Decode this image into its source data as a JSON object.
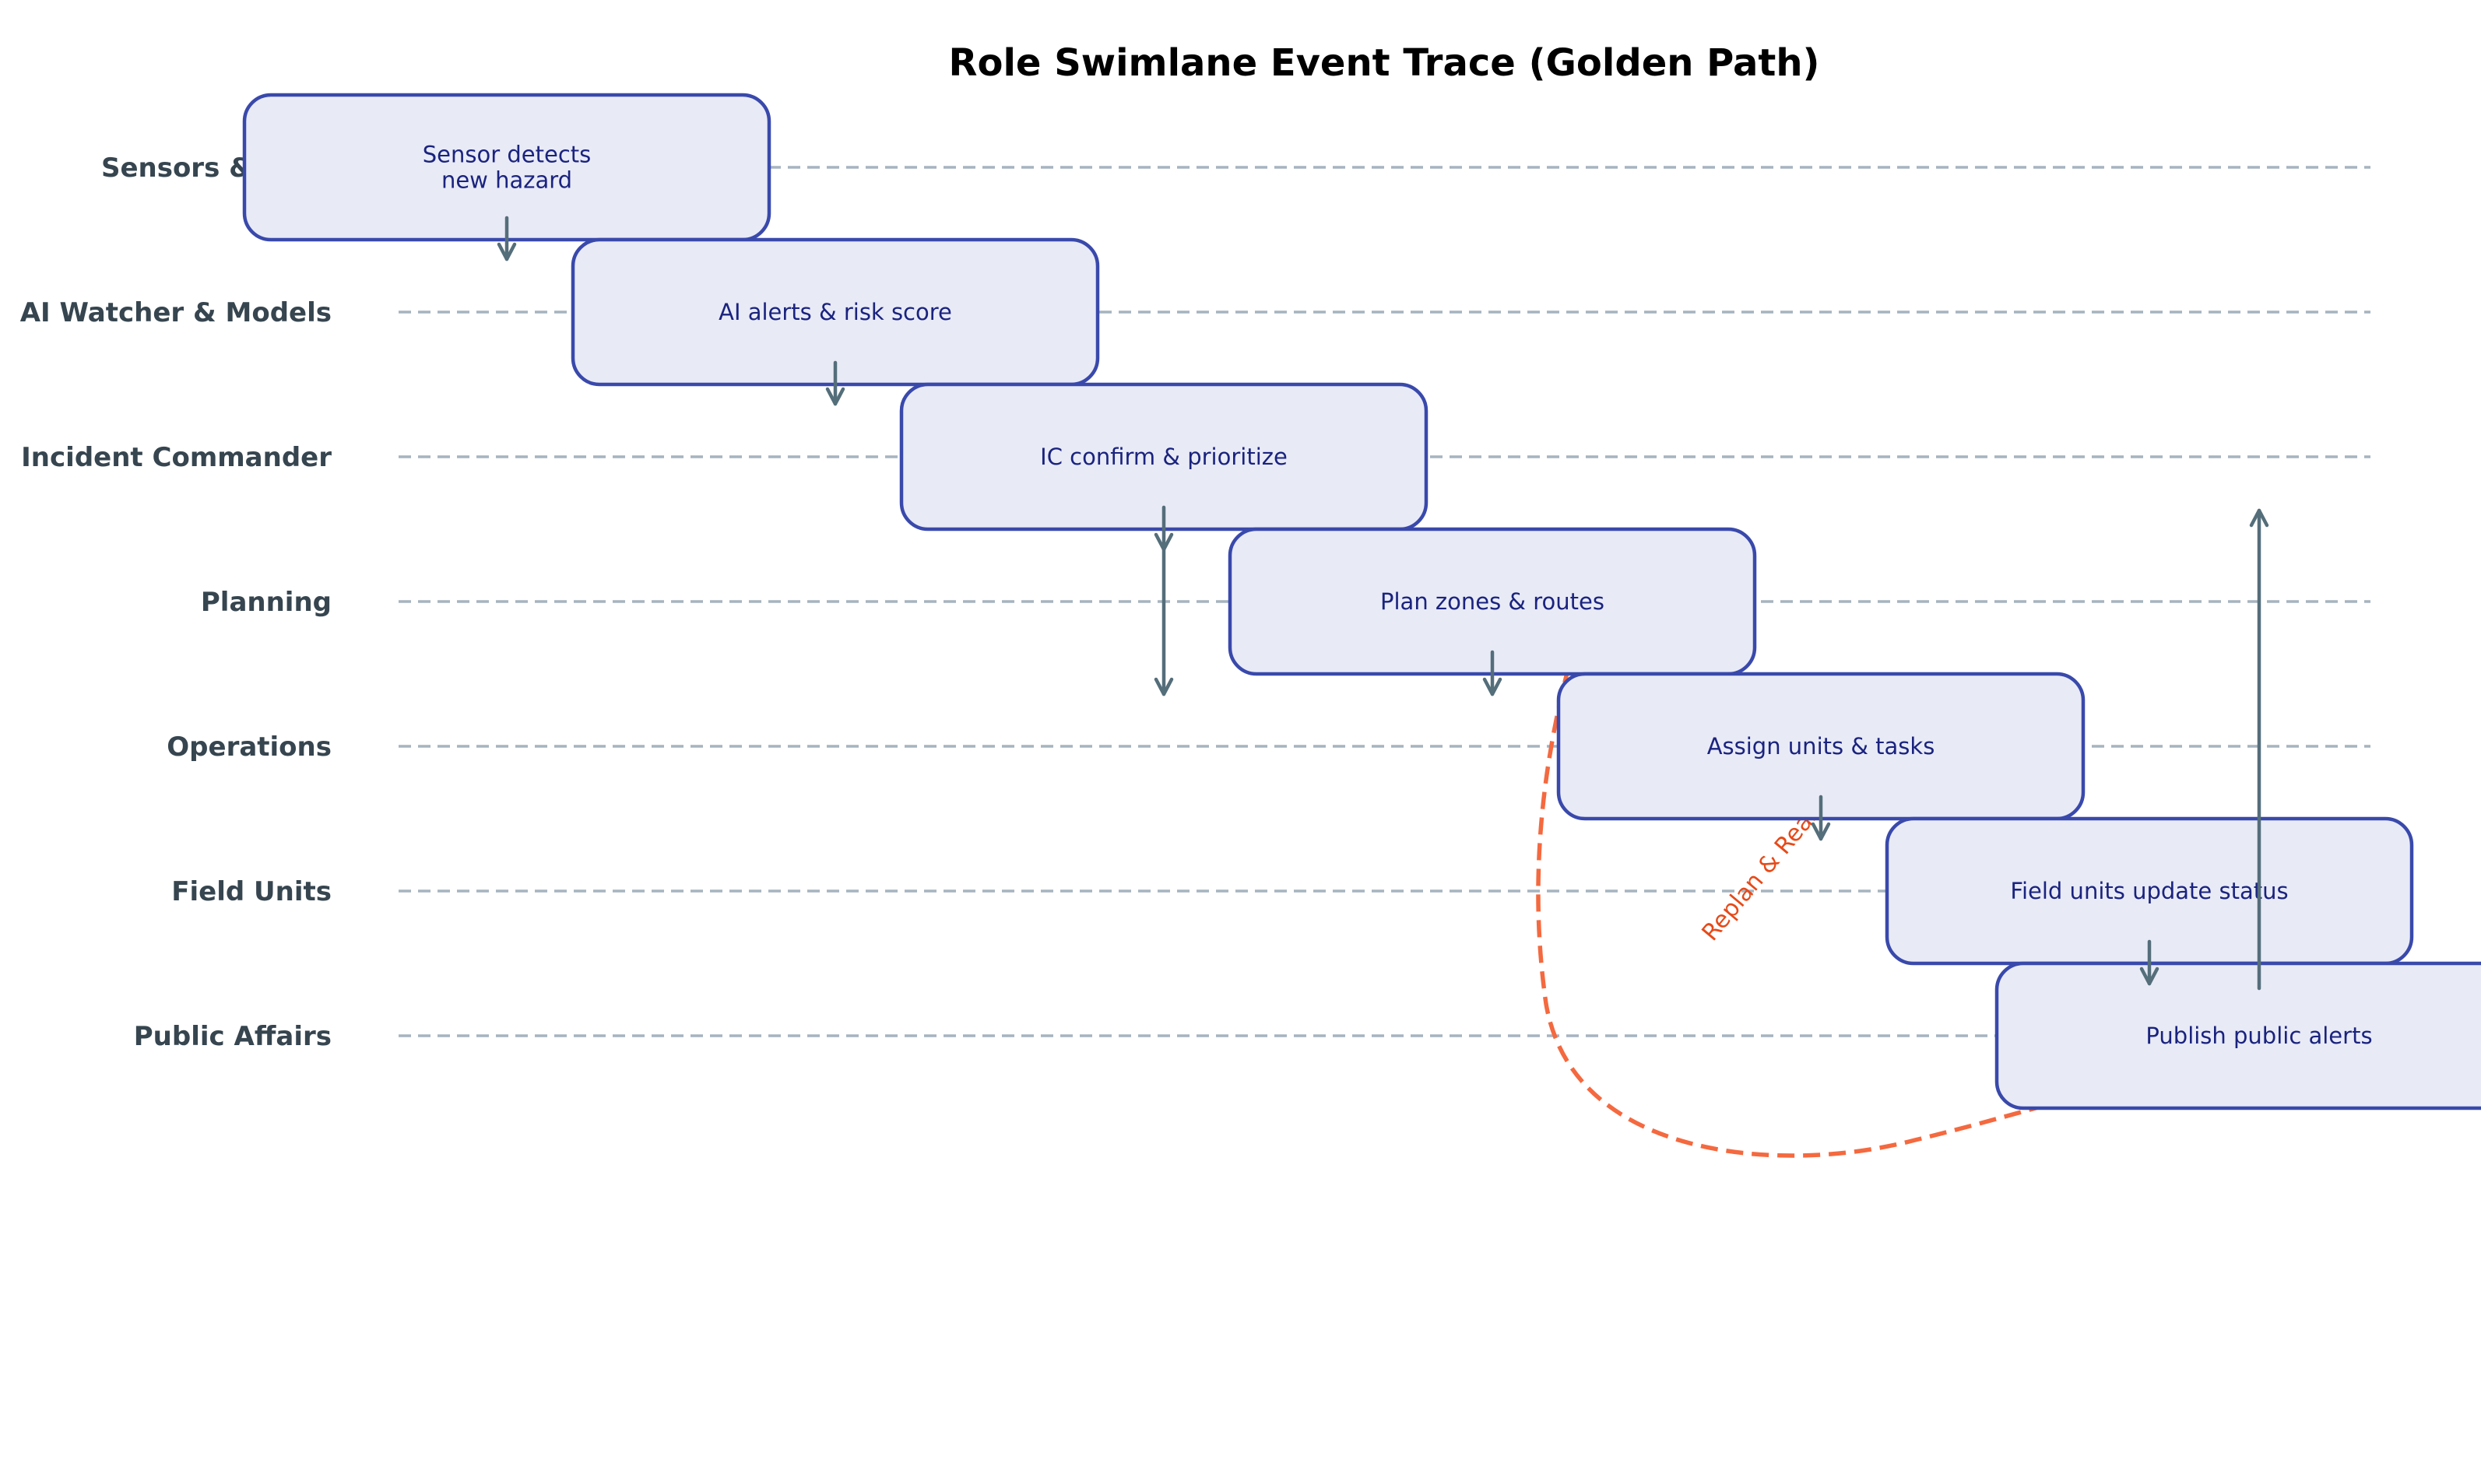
{
  "title": "Role Swimlane Event Trace (Golden Path)",
  "lanes": [
    "Sensors & Data",
    "AI Watcher & Models",
    "Incident Commander",
    "Planning",
    "Operations",
    "Field Units",
    "Public Affairs"
  ],
  "steps": [
    {
      "label": "Sensor detects\nnew hazard",
      "lane": 0
    },
    {
      "label": "AI alerts & risk score",
      "lane": 1
    },
    {
      "label": "IC confirm & prioritize",
      "lane": 2
    },
    {
      "label": "Plan zones & routes",
      "lane": 3
    },
    {
      "label": "Assign units & tasks",
      "lane": 4
    },
    {
      "label": "Field units update status",
      "lane": 5
    },
    {
      "label": "Publish public alerts",
      "lane": 6
    }
  ],
  "loop": {
    "label": "Replan & Reassign"
  },
  "colors": {
    "box_fill": "#e8eaf6",
    "box_stroke": "#3949ab",
    "box_text": "#1a237e",
    "lane_line": "#a6b4bf",
    "lane_label": "#36454f",
    "arrow": "#546e7a",
    "loop_line": "#f4693f",
    "loop_text": "#e64a19"
  }
}
